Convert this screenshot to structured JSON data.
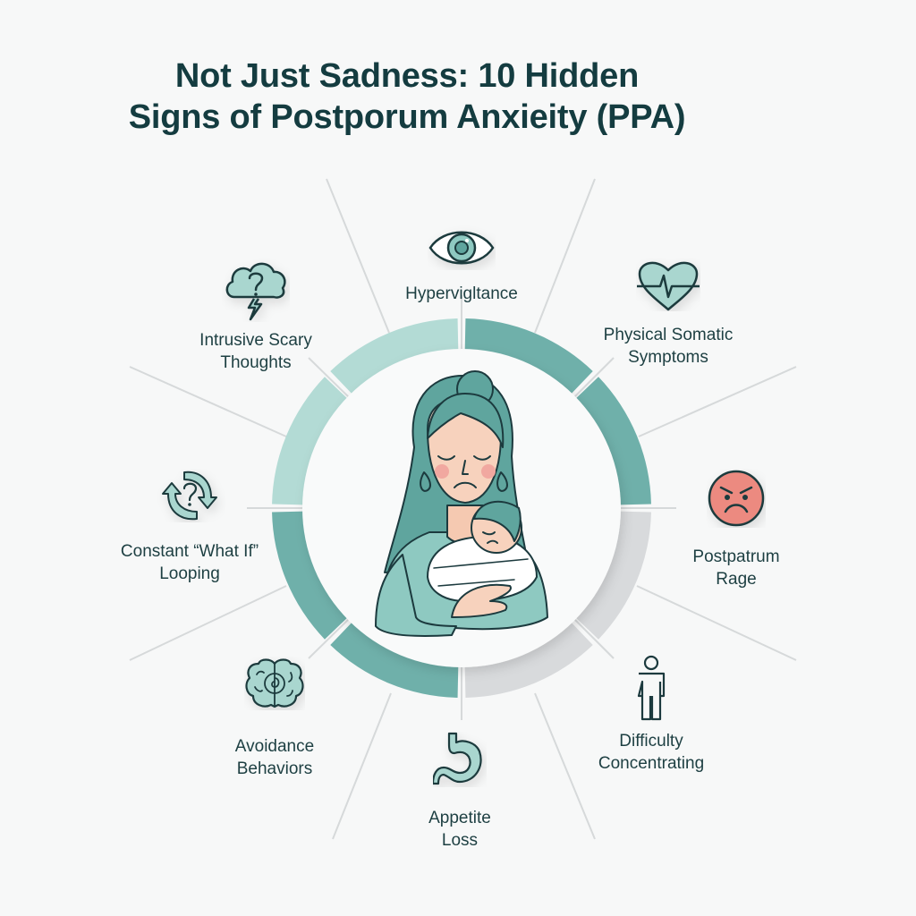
{
  "title": {
    "line1": "Not Just Sadness: 10 Hidden",
    "line2": "Signs of Postporum Anxieity (PPA)"
  },
  "colors": {
    "title": "#143c40",
    "teal_dark": "#6fb0aa",
    "teal_light": "#b3dbd5",
    "gray_segment": "#d8dadc",
    "icon_fill": "#a9d6cf",
    "icon_stroke": "#1c3a3e",
    "rage_face": "#ec8a80"
  },
  "center_illustration": {
    "description": "Mother with closed eyes holding a swaddled sleeping baby",
    "icon": "mother-baby-illustration"
  },
  "ring": {
    "segments": [
      {
        "position": "top-right",
        "color": "#6fb0aa"
      },
      {
        "position": "right-upper",
        "color": "#6fb0aa"
      },
      {
        "position": "right-lower",
        "color": "#d8dadc"
      },
      {
        "position": "bottom-right",
        "color": "#d8dadc"
      },
      {
        "position": "bottom-left",
        "color": "#6fb0aa"
      },
      {
        "position": "left-lower",
        "color": "#6fb0aa"
      },
      {
        "position": "left-upper",
        "color": "#b3dbd5"
      },
      {
        "position": "top-left",
        "color": "#b3dbd5"
      }
    ]
  },
  "signs": [
    {
      "id": "hypervigilance",
      "label_line1": "Hypervigltance",
      "label_line2": "",
      "icon": "eye-icon"
    },
    {
      "id": "intrusive",
      "label_line1": "Intrusive Scary",
      "label_line2": "Thoughts",
      "icon": "cloud-question-lightning-icon"
    },
    {
      "id": "physical",
      "label_line1": "Physical Somatic",
      "label_line2": "Symptoms",
      "icon": "heart-pulse-icon"
    },
    {
      "id": "whatif",
      "label_line1": "Constant “What If”",
      "label_line2": "Looping",
      "icon": "cycle-question-icon"
    },
    {
      "id": "rage",
      "label_line1": "Postpatrum",
      "label_line2": "Rage",
      "icon": "angry-face-icon"
    },
    {
      "id": "avoidance",
      "label_line1": "Avoidance",
      "label_line2": "Behaviors",
      "icon": "brain-icon"
    },
    {
      "id": "concentration",
      "label_line1": "Difficulty",
      "label_line2": "Concentrating",
      "icon": "person-icon"
    },
    {
      "id": "appetite",
      "label_line1": "Appetite",
      "label_line2": "Loss",
      "icon": "stomach-icon"
    }
  ]
}
